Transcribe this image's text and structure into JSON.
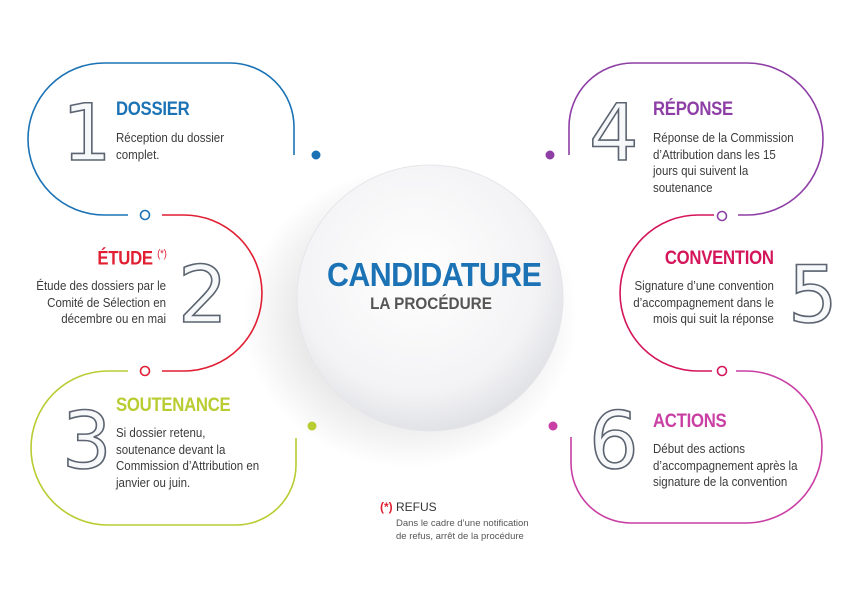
{
  "center": {
    "title": "CANDIDATURE",
    "subtitle": "LA PROCÉDURE"
  },
  "colors": {
    "dossier": "#1b73b5",
    "etude": "#e11f33",
    "soutenance": "#b9cc32",
    "reponse": "#8e3fa6",
    "convention": "#d4155a",
    "actions": "#c93fa4",
    "digit_stroke": "#5b6470"
  },
  "steps": [
    {
      "number": "1",
      "title": "DOSSIER",
      "lines": [
        "Réception du dossier",
        "complet."
      ]
    },
    {
      "number": "2",
      "title": "ÉTUDE",
      "star": "(*)",
      "lines": [
        "Étude des dossiers par le",
        "Comité de Sélection en",
        "décembre ou en mai"
      ]
    },
    {
      "number": "3",
      "title": "SOUTENANCE",
      "lines": [
        "Si dossier retenu,",
        "soutenance devant la",
        "Commission d’Attribution en",
        "janvier ou juin."
      ]
    },
    {
      "number": "4",
      "title": "RÉPONSE",
      "lines": [
        "Réponse de la Commission",
        "d’Attribution dans les 15",
        "jours qui suivent la",
        "soutenance"
      ]
    },
    {
      "number": "5",
      "title": "CONVENTION",
      "lines": [
        "Signature d’une convention",
        "d’accompagnement dans le",
        "mois qui suit la réponse"
      ]
    },
    {
      "number": "6",
      "title": "ACTIONS",
      "lines": [
        "Début des actions",
        "d’accompagnement après la",
        "signature de la convention"
      ]
    }
  ],
  "note": {
    "mark": "(*)",
    "label": "REFUS",
    "lines": [
      "Dans le cadre d’une notification",
      "de refus, arrêt de la procédure"
    ]
  }
}
